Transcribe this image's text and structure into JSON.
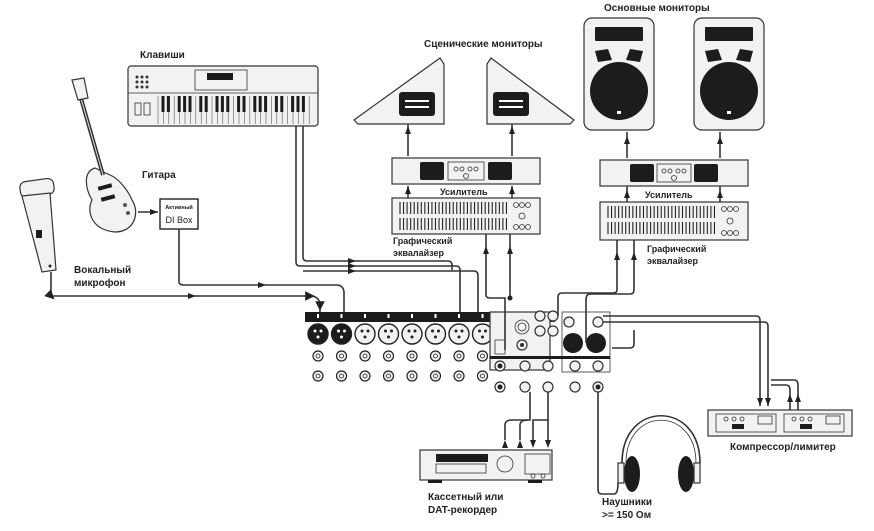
{
  "diagram": {
    "title": "Схема подключения микшерного пульта",
    "labels": {
      "keyboard": "Клавиши",
      "guitar": "Гитара",
      "di_box_line1": "Активный",
      "di_box_line2": "DI Box",
      "vocal_mic_line1": "Вокальный",
      "vocal_mic_line2": "микрофон",
      "stage_monitors": "Сценические мониторы",
      "main_monitors": "Основные мониторы",
      "amp_left": "Усилитель",
      "amp_right": "Усилитель",
      "eq_left_line1": "Графический",
      "eq_left_line2": "эквалайзер",
      "eq_right_line1": "Графический",
      "eq_right_line2": "эквалайзер",
      "compressor": "Компрессор/лимитер",
      "recorder_line1": "Кассетный или",
      "recorder_line2": "DAT-рекордер",
      "headphones_line1": "Наушники",
      "headphones_line2": ">= 150 Ом"
    },
    "mixer": {
      "channel_count": 8,
      "xlr_dark_channels": [
        1,
        2
      ]
    },
    "devices": [
      "keyboard",
      "guitar",
      "di-box",
      "vocal-microphone",
      "stage-monitor-left",
      "stage-monitor-right",
      "main-monitor-left",
      "main-monitor-right",
      "stage-amplifier",
      "main-amplifier",
      "stage-graphic-eq",
      "main-graphic-eq",
      "mixer",
      "cassette-dat-recorder",
      "headphones",
      "compressor-limiter"
    ]
  }
}
